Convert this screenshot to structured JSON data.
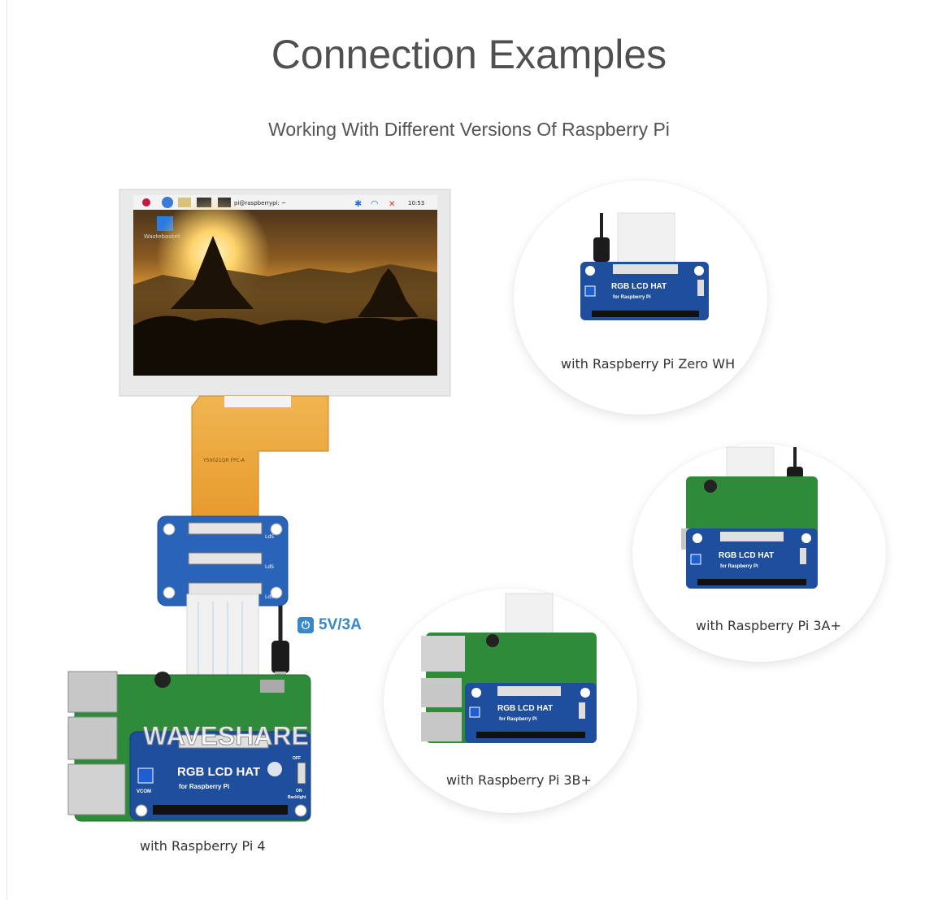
{
  "header": {
    "title": "Connection Examples",
    "subtitle": "Working With Different Versions Of Raspberry Pi"
  },
  "lcd": {
    "taskbar_prompt": "pi@raspberrypi: ~",
    "clock": "10:53",
    "desktop_icon_label": "Wastebasket",
    "fpc_label": "Y50021QR    FPC-A"
  },
  "power": {
    "label": "5V/3A",
    "icon": "power-icon"
  },
  "adapter": {
    "connector_labels": [
      "LdS",
      "LdS",
      "LdS"
    ]
  },
  "hat": {
    "name": "RGB LCD HAT",
    "for_label": "for Raspberry Pi",
    "vcom_label": "VCOM",
    "switch_off": "OFF",
    "switch_on": "ON",
    "backlight": "Backlight"
  },
  "watermark": "WAVESHARE",
  "examples": [
    {
      "caption": "with Raspberry Pi Zero WH"
    },
    {
      "caption": "with Raspberry Pi 3A+"
    },
    {
      "caption": "with Raspberry Pi 3B+"
    },
    {
      "caption": "with Raspberry Pi 4"
    }
  ],
  "colors": {
    "hat_blue": "#1f4e9c",
    "pcb_green": "#2e8b3a",
    "adapter_blue": "#2a64b8",
    "accent": "#3a87c8",
    "fpc_orange": "#e8a23a"
  }
}
